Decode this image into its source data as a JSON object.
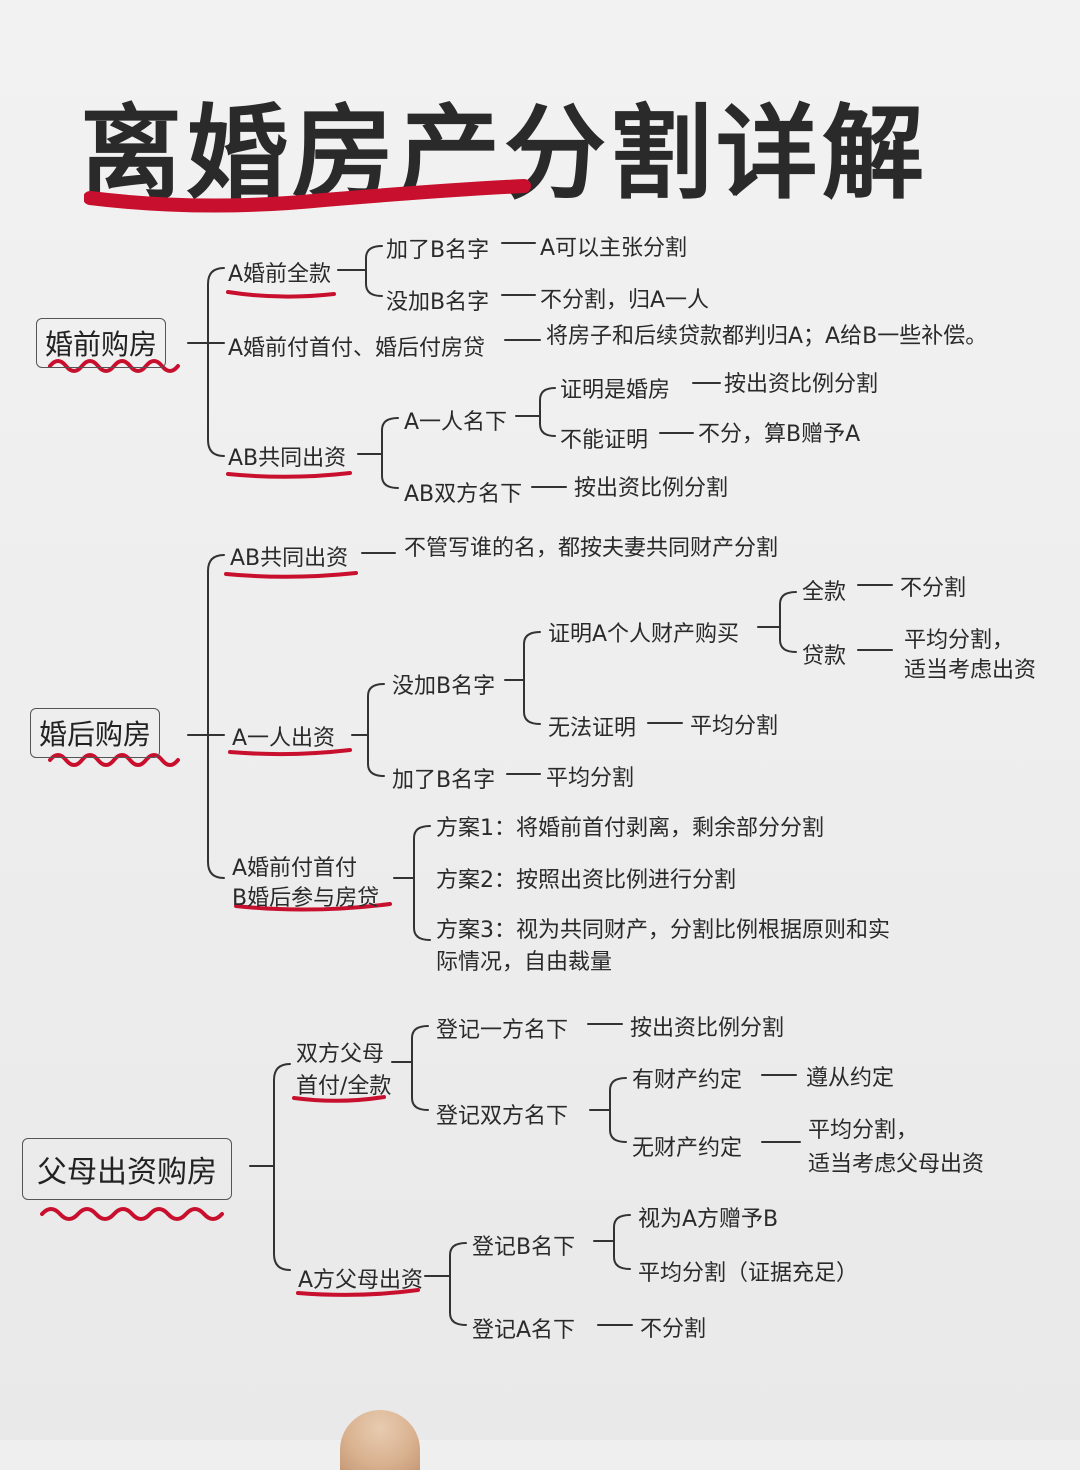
{
  "title": "离婚房产分割详解",
  "accent_color": "#c8102e",
  "section1": {
    "root": "婚前购房",
    "a_full": "A婚前全款",
    "a_full_1": "加了B名字",
    "a_full_1_r": "A可以主张分割",
    "a_full_2": "没加B名字",
    "a_full_2_r": "不分割，归A一人",
    "a_down": "A婚前付首付、婚后付房贷",
    "a_down_r": "将房子和后续贷款都判归A；A给B一些补偿。",
    "ab": "AB共同出资",
    "ab_one": "A一人名下",
    "ab_one_1": "证明是婚房",
    "ab_one_1_r": "按出资比例分割",
    "ab_one_2": "不能证明",
    "ab_one_2_r": "不分，算B赠予A",
    "ab_both": "AB双方名下",
    "ab_both_r": "按出资比例分割"
  },
  "section2": {
    "root": "婚后购房",
    "ab": "AB共同出资",
    "ab_r": "不管写谁的名，都按夫妻共同财产分割",
    "a_one": "A一人出资",
    "no_b": "没加B名字",
    "prove": "证明A个人财产购买",
    "full": "全款",
    "full_r": "不分割",
    "loan": "贷款",
    "loan_r1": "平均分割，",
    "loan_r2": "适当考虑出资",
    "noprove": "无法证明",
    "noprove_r": "平均分割",
    "add_b": "加了B名字",
    "add_b_r": "平均分割",
    "mix1": "A婚前付首付",
    "mix2": "B婚后参与房贷",
    "plan1": "方案1：将婚前首付剥离，剩余部分分割",
    "plan2": "方案2：按照出资比例进行分割",
    "plan3a": "方案3：视为共同财产，分割比例根据原则和实",
    "plan3b": "际情况，自由裁量"
  },
  "section3": {
    "root": "父母出资购房",
    "both1": "双方父母",
    "both2": "首付/全款",
    "reg_one": "登记一方名下",
    "reg_one_r": "按出资比例分割",
    "reg_both": "登记双方名下",
    "agree": "有财产约定",
    "agree_r": "遵从约定",
    "noagree": "无财产约定",
    "noagree_r1": "平均分割，",
    "noagree_r2": "适当考虑父母出资",
    "a_parents": "A方父母出资",
    "reg_b": "登记B名下",
    "reg_b_1": "视为A方赠予B",
    "reg_b_2": "平均分割（证据充足）",
    "reg_a": "登记A名下",
    "reg_a_r": "不分割"
  }
}
